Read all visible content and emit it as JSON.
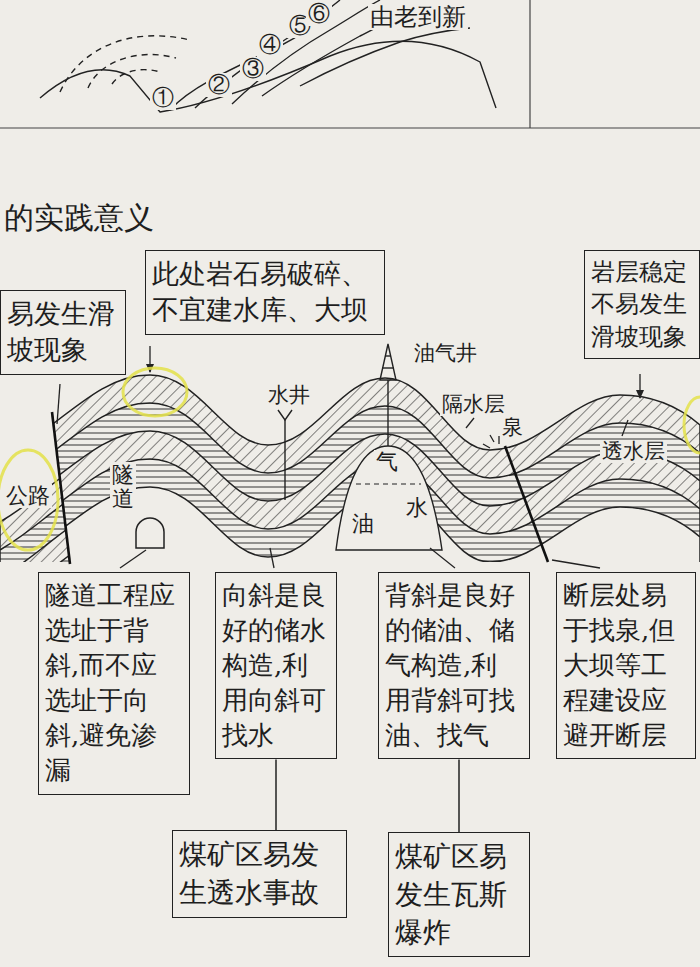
{
  "diagram": {
    "title": "的实践意义",
    "nodes": [
      {
        "text": [
          "易发生滑坡现象"
        ]
      },
      {
        "text": [
          "此处岩石易破碎、不宜建水库、大坝"
        ]
      },
      {
        "text": [
          "岩层稳定不易发生滑坡现象"
        ]
      },
      {
        "text": [
          "隧道工程应选址于背斜,而不应选址于向斜,避免渗漏"
        ]
      },
      {
        "text": [
          "向斜是良好的储水构造,利用向斜可找水"
        ]
      },
      {
        "text": [
          "背斜是良好的储油、储气构造,利用背斜可找油、找气"
        ]
      },
      {
        "text": [
          "断层处易于找泉,但大坝等工程建设应避开断层"
        ]
      },
      {
        "text": [
          "煤矿区易发生透水事故"
        ]
      },
      {
        "text": [
          "煤矿区易发生瓦斯爆炸"
        ]
      }
    ],
    "edges": [
      {
        "from": 4,
        "to": 7,
        "arrow": "none"
      },
      {
        "from": 5,
        "to": 8,
        "arrow": "none"
      }
    ],
    "labels": [
      "①",
      "②",
      "③",
      "④",
      "⑤",
      "⑥",
      "由老到新",
      "水井",
      "油气井",
      "隔水层",
      "泉",
      "透水层",
      "隧道",
      "气",
      "水",
      "油",
      "公路"
    ]
  }
}
